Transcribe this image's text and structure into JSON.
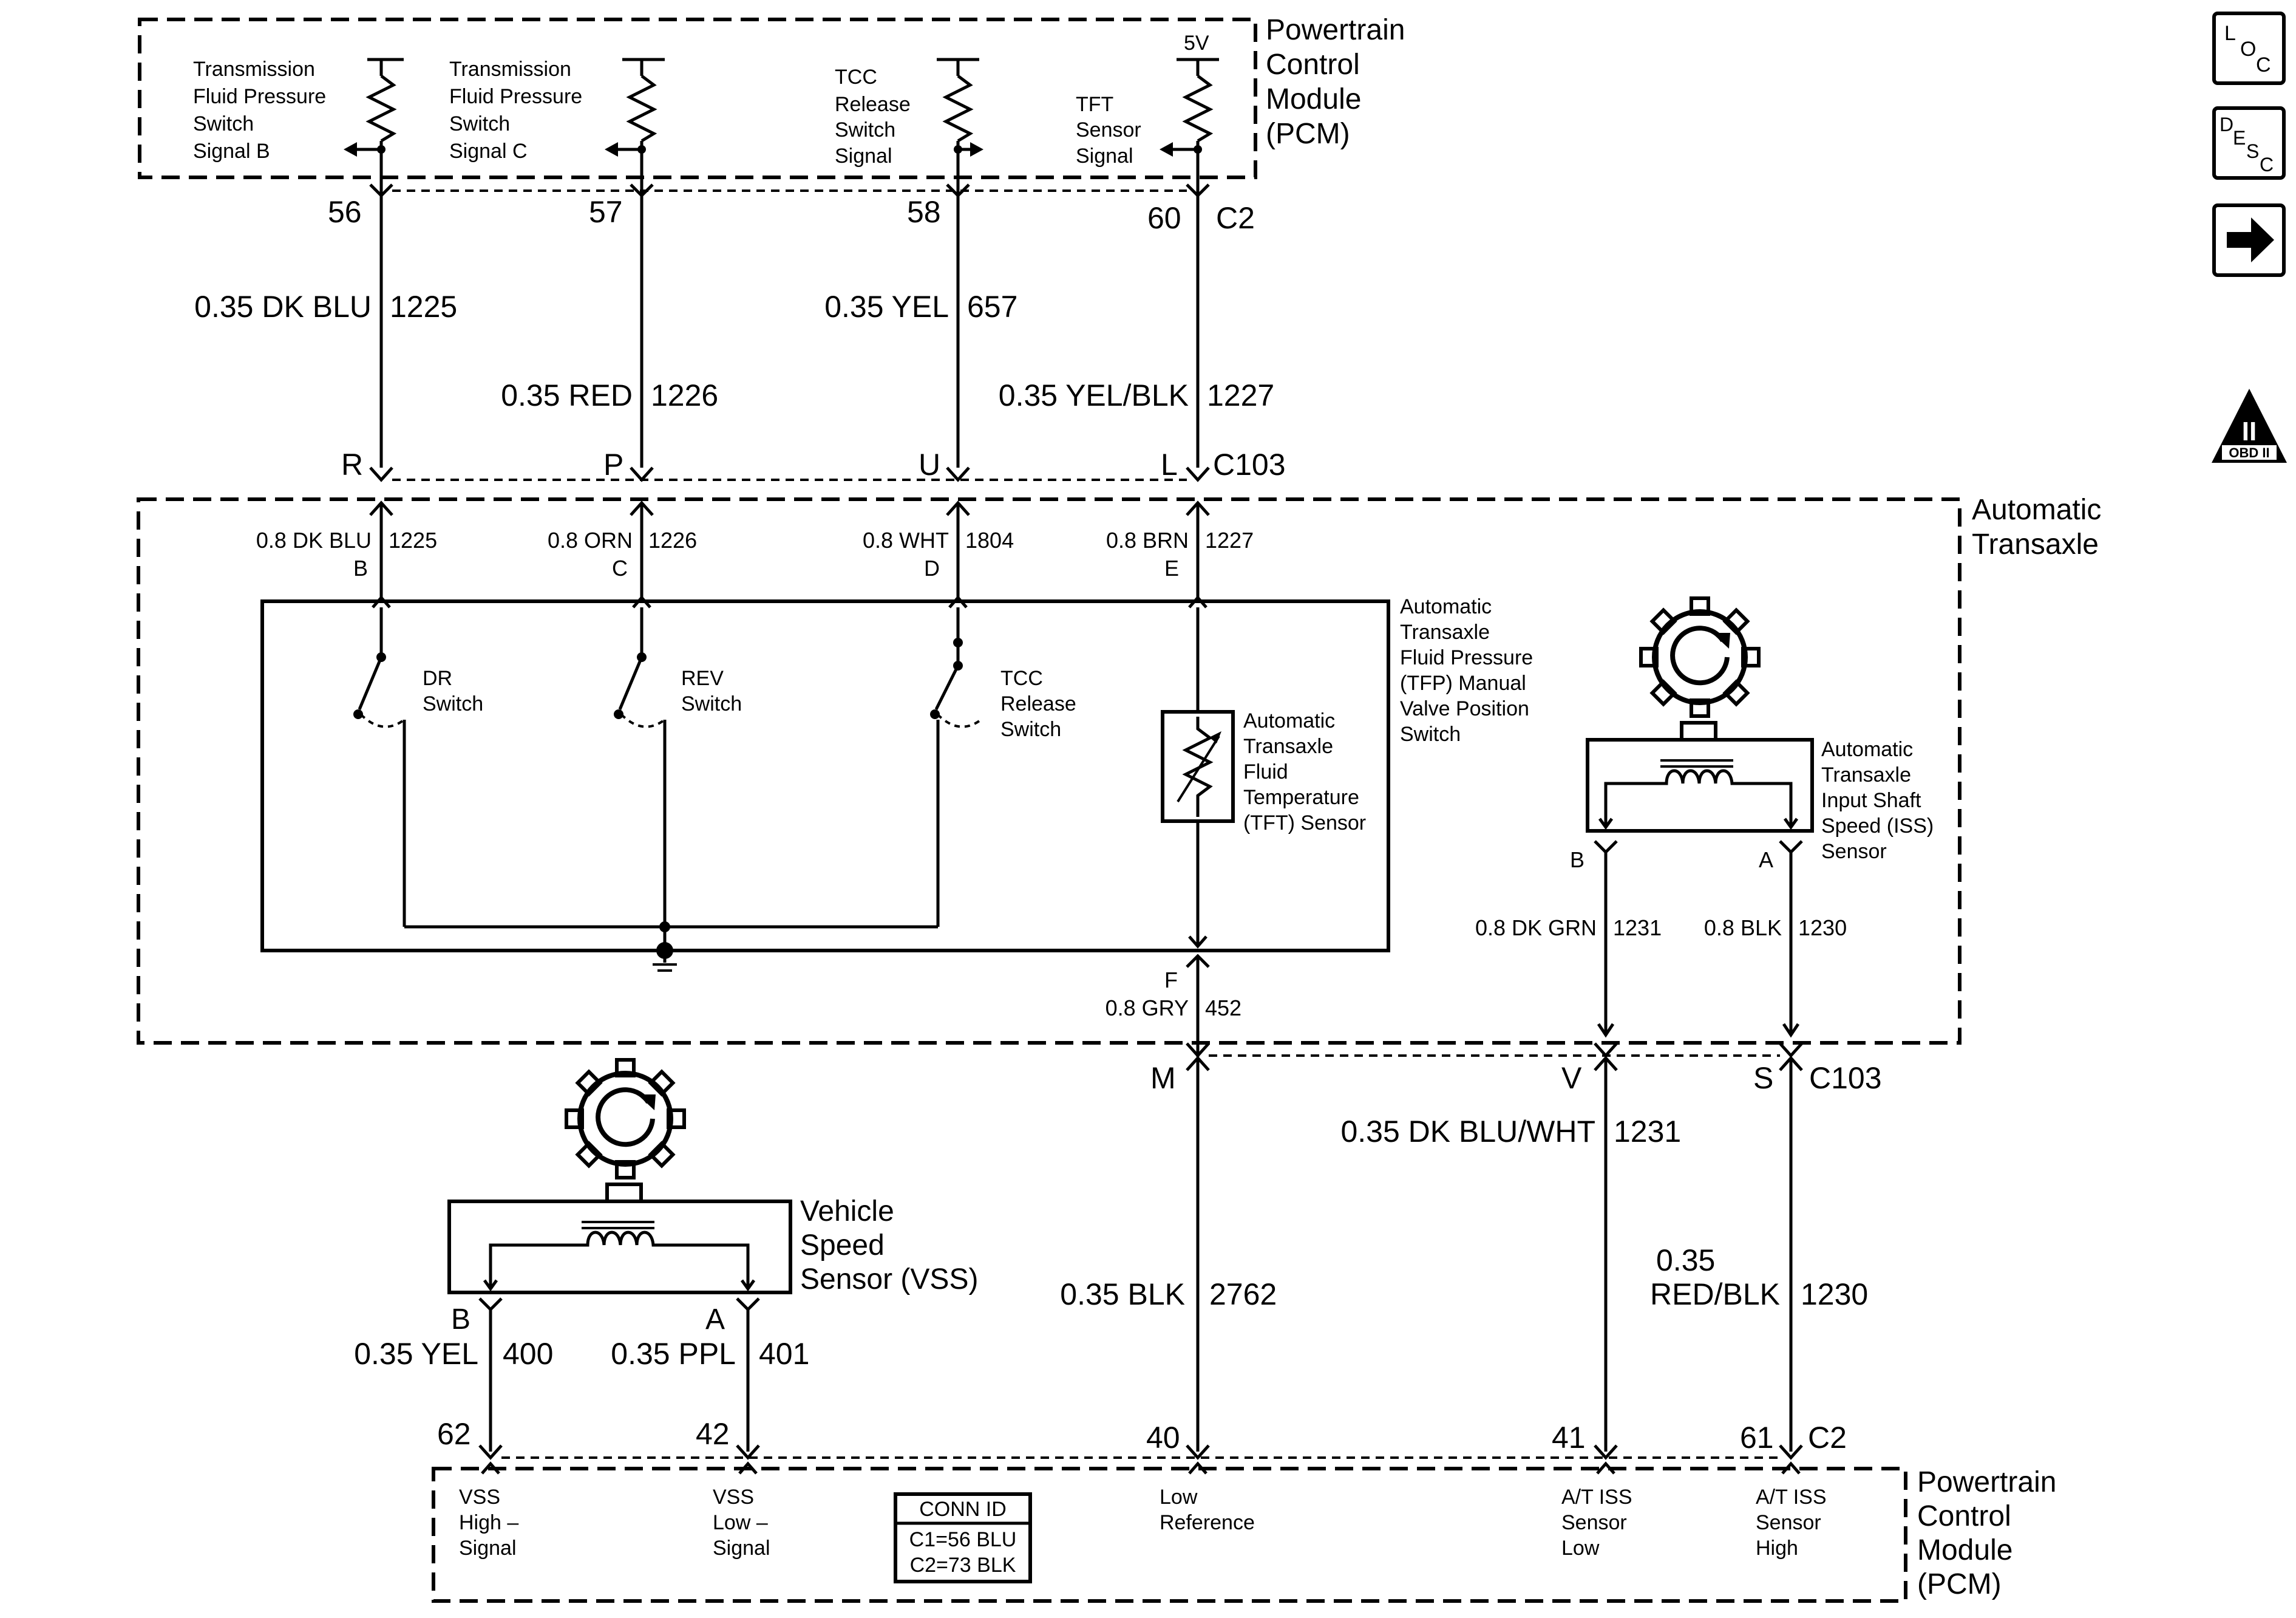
{
  "pcm_top": {
    "title": [
      "Powertrain",
      "Control",
      "Module",
      "(PCM)"
    ],
    "inputs": [
      {
        "lines": [
          "Transmission",
          "Fluid Pressure",
          "Switch",
          "Signal B"
        ]
      },
      {
        "lines": [
          "Transmission",
          "Fluid Pressure",
          "Switch",
          "Signal C"
        ]
      },
      {
        "lines": [
          "TCC",
          "Release",
          "Switch",
          "Signal"
        ]
      },
      {
        "lines": [
          "TFT",
          "Sensor",
          "Signal"
        ]
      }
    ],
    "voltage": "5V"
  },
  "connector_c2_top": {
    "label": "C2",
    "pins": [
      "56",
      "57",
      "58",
      "60"
    ]
  },
  "harness_top": {
    "wires": [
      {
        "gauge_color": "0.35 DK BLU",
        "circuit": "1225"
      },
      {
        "gauge_color": "0.35 RED",
        "circuit": "1226"
      },
      {
        "gauge_color": "0.35 YEL",
        "circuit": "657"
      },
      {
        "gauge_color": "0.35 YEL/BLK",
        "circuit": "1227"
      }
    ]
  },
  "connector_c103_top": {
    "label": "C103",
    "pins": [
      "R",
      "P",
      "U",
      "L"
    ]
  },
  "transaxle": {
    "title": [
      "Automatic",
      "Transaxle"
    ],
    "wires": [
      {
        "gauge_color": "0.8 DK BLU",
        "circuit": "1225",
        "pin": "B"
      },
      {
        "gauge_color": "0.8 ORN",
        "circuit": "1226",
        "pin": "C"
      },
      {
        "gauge_color": "0.8 WHT",
        "circuit": "1804",
        "pin": "D"
      },
      {
        "gauge_color": "0.8 BRN",
        "circuit": "1227",
        "pin": "E"
      }
    ],
    "switches": [
      {
        "lines": [
          "DR",
          "Switch"
        ]
      },
      {
        "lines": [
          "REV",
          "Switch"
        ]
      },
      {
        "lines": [
          "TCC",
          "Release",
          "Switch"
        ]
      }
    ],
    "tfp_label": [
      "Automatic",
      "Transaxle",
      "Fluid Pressure",
      "(TFP) Manual",
      "Valve Position",
      "Switch"
    ],
    "tft_label": [
      "Automatic",
      "Transaxle",
      "Fluid",
      "Temperature",
      "(TFT) Sensor"
    ],
    "ground_wire": {
      "pin": "F",
      "gauge_color": "0.8 GRY",
      "circuit": "452"
    },
    "iss": {
      "label": [
        "Automatic",
        "Transaxle",
        "Input Shaft",
        "Speed (ISS)",
        "Sensor"
      ],
      "pins": [
        "B",
        "A"
      ],
      "wires": [
        {
          "gauge_color": "0.8 DK GRN",
          "circuit": "1231"
        },
        {
          "gauge_color": "0.8 BLK",
          "circuit": "1230"
        }
      ]
    }
  },
  "connector_c103_bottom": {
    "label": "C103",
    "pins": [
      "M",
      "V",
      "S"
    ]
  },
  "vss": {
    "label": [
      "Vehicle",
      "Speed",
      "Sensor (VSS)"
    ],
    "pins": [
      "B",
      "A"
    ],
    "wires": [
      {
        "gauge_color": "0.35 YEL",
        "circuit": "400"
      },
      {
        "gauge_color": "0.35 PPL",
        "circuit": "401"
      }
    ]
  },
  "harness_bottom": {
    "wires": [
      {
        "gauge_color": "0.35 BLK",
        "circuit": "2762"
      },
      {
        "gauge_color": "0.35 DK BLU/WHT",
        "circuit": "1231"
      },
      {
        "gauge_color_lines": [
          "0.35",
          "RED/BLK"
        ],
        "circuit": "1230"
      }
    ]
  },
  "connector_c2_bottom": {
    "label": "C2",
    "pins": [
      "62",
      "42",
      "40",
      "41",
      "61"
    ]
  },
  "pcm_bottom": {
    "title": [
      "Powertrain",
      "Control",
      "Module",
      "(PCM)"
    ],
    "inputs": [
      {
        "lines": [
          "VSS",
          "High –",
          "Signal"
        ]
      },
      {
        "lines": [
          "VSS",
          "Low –",
          "Signal"
        ]
      },
      {
        "lines": [
          "Low",
          "Reference"
        ]
      },
      {
        "lines": [
          "A/T ISS",
          "Sensor",
          "Low"
        ]
      },
      {
        "lines": [
          "A/T ISS",
          "Sensor",
          "High"
        ]
      }
    ],
    "conn_id": {
      "title": "CONN ID",
      "rows": [
        "C1=56 BLU",
        "C2=73 BLK"
      ]
    }
  },
  "side_nav": {
    "loc": {
      "letters": [
        "L",
        "O",
        "C"
      ]
    },
    "desc": {
      "letters": [
        "D",
        "E",
        "S",
        "C"
      ]
    },
    "next": "arrow-right-icon",
    "obd": {
      "numeral": "II",
      "caption": "OBD II"
    }
  }
}
